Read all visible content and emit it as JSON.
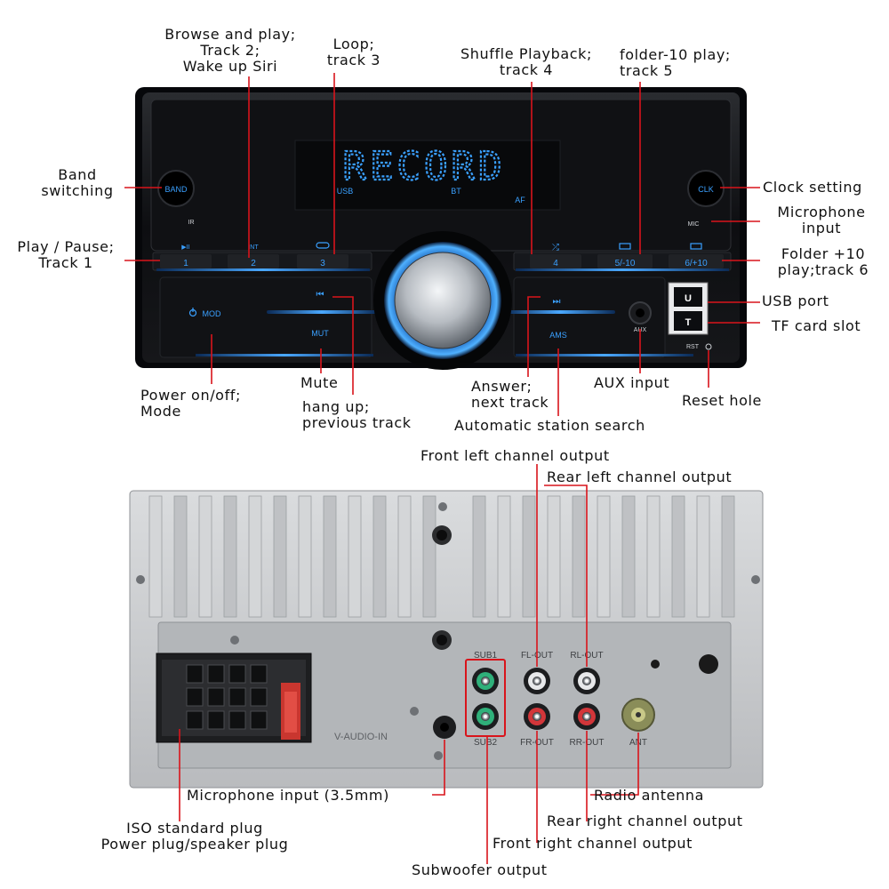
{
  "front_panel": {
    "display_text": "RECORD",
    "display_indicators": {
      "usb": "USB",
      "bt": "BT",
      "af": "AF"
    },
    "buttons": {
      "band": "BAND",
      "clk": "CLK",
      "ir": "IR",
      "mic": "MIC",
      "preset_1": "1",
      "preset_2": "2",
      "preset_3": "3",
      "preset_4": "4",
      "preset_5": "5/-10",
      "preset_6": "6/+10",
      "mod": "MOD",
      "mut": "MUT",
      "ams": "AMS",
      "aux": "AUX",
      "usb_port": "U",
      "tf_slot": "T",
      "rst": "RST",
      "preset_1_symbol": "▶II",
      "preset_2_symbol": "INT",
      "preset_4_symbol": "⤮"
    }
  },
  "front_callouts": {
    "browse": [
      "Browse and play;",
      "Track 2;",
      "Wake up Siri"
    ],
    "loop": [
      "Loop;",
      "track 3"
    ],
    "shuffle": [
      "Shuffle Playback;",
      "track 4"
    ],
    "folder_minus": [
      "folder-10 play;",
      "track 5"
    ],
    "band": [
      "Band",
      "switching"
    ],
    "clock": [
      "Clock setting"
    ],
    "microphone": [
      "Microphone",
      "input"
    ],
    "play_pause": [
      "Play / Pause;",
      "Track 1"
    ],
    "folder_plus": [
      "Folder +10",
      "play;track 6"
    ],
    "usb_port": [
      "USB port"
    ],
    "tf_card": [
      "TF card slot"
    ],
    "power": [
      "Power on/off;",
      "Mode"
    ],
    "mute": [
      "Mute"
    ],
    "hang_up": [
      "hang up;",
      "previous track"
    ],
    "answer": [
      "Answer;",
      "next track"
    ],
    "aux": [
      "AUX input"
    ],
    "reset": [
      "Reset hole"
    ],
    "ams": [
      "Automatic station search"
    ]
  },
  "rear_panel": {
    "port_labels": {
      "sub1": "SUB1",
      "sub2": "SUB2",
      "fl_out": "FL-OUT",
      "rl_out": "RL-OUT",
      "fr_out": "FR-OUT",
      "rr_out": "RR-OUT",
      "ant": "ANT",
      "audio_in": "V-AUDIO-IN"
    }
  },
  "rear_callouts": {
    "front_left": [
      "Front left channel output"
    ],
    "rear_left": [
      "Rear left channel output"
    ],
    "mic_35": [
      "Microphone input (3.5mm)"
    ],
    "radio_antenna": [
      "Radio antenna"
    ],
    "iso": [
      "ISO standard plug",
      "Power plug/speaker plug"
    ],
    "rear_right": [
      "Rear right channel output"
    ],
    "front_right": [
      "Front right channel output"
    ],
    "subwoofer": [
      "Subwoofer output"
    ]
  },
  "colors": {
    "accent_blue": "#3aa0ff",
    "callout_red": "#d9141b",
    "panel_black": "#0c0d10",
    "chassis_grey": "#c9cbce"
  }
}
